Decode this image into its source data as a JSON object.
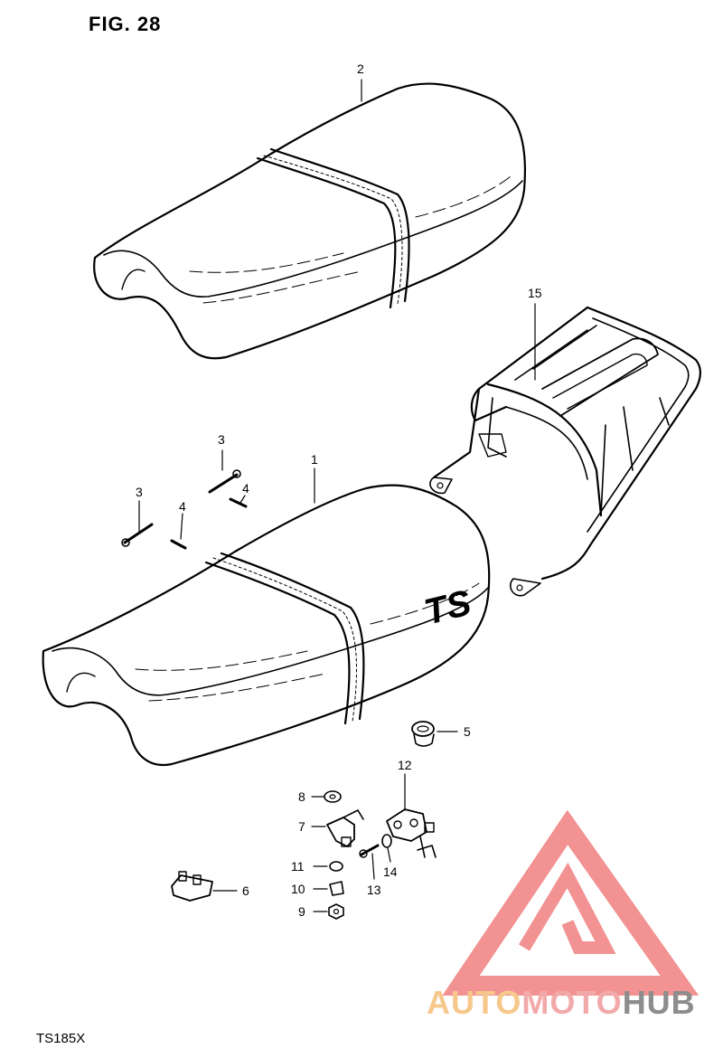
{
  "figure": {
    "title": "FIG. 28",
    "model": "TS185X"
  },
  "callouts": {
    "c1": "1",
    "c2": "2",
    "c3a": "3",
    "c3b": "3",
    "c4a": "4",
    "c4b": "4",
    "c5": "5",
    "c6": "6",
    "c7": "7",
    "c8": "8",
    "c9": "9",
    "c10": "10",
    "c11": "11",
    "c12": "12",
    "c13": "13",
    "c14": "14",
    "c15": "15"
  },
  "seat_emblem": "TS",
  "watermark": {
    "part1": "AUTO",
    "part2": "MOTO",
    "part3": "HUB"
  },
  "colors": {
    "line": "#000000",
    "logo_red": "#f08080",
    "logo_orange": "#f7c88c",
    "logo_gray": "#8d8d8d"
  }
}
